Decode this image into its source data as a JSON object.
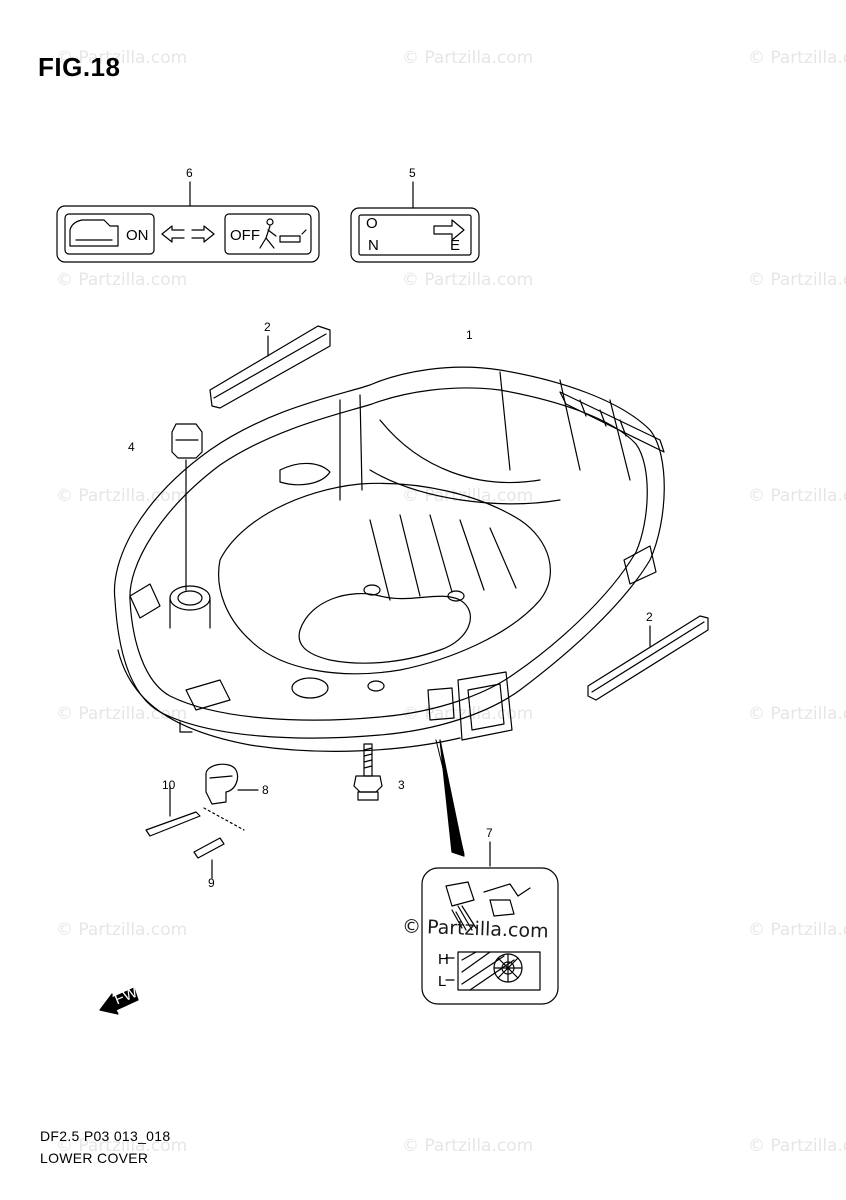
{
  "figure": {
    "title": "FIG.18",
    "footer_code": "DF2.5 P03 013_018",
    "footer_name": "LOWER COVER"
  },
  "callouts": [
    {
      "id": "1",
      "text": "1"
    },
    {
      "id": "2a",
      "text": "2"
    },
    {
      "id": "2b",
      "text": "2"
    },
    {
      "id": "3",
      "text": "3"
    },
    {
      "id": "4",
      "text": "4"
    },
    {
      "id": "5",
      "text": "5"
    },
    {
      "id": "6",
      "text": "6"
    },
    {
      "id": "7",
      "text": "7"
    },
    {
      "id": "8",
      "text": "8"
    },
    {
      "id": "9",
      "text": "9"
    },
    {
      "id": "10",
      "text": "10"
    }
  ],
  "decal_on_off": {
    "on_text": "ON",
    "off_text": "OFF"
  },
  "decal_neutral": {
    "o_text": "O",
    "n_text": "N",
    "e_text": "E"
  },
  "oil_label": {
    "h_text": "H",
    "l_text": "L"
  },
  "fwd_text": "FWD",
  "watermark": "© Partzilla.com"
}
